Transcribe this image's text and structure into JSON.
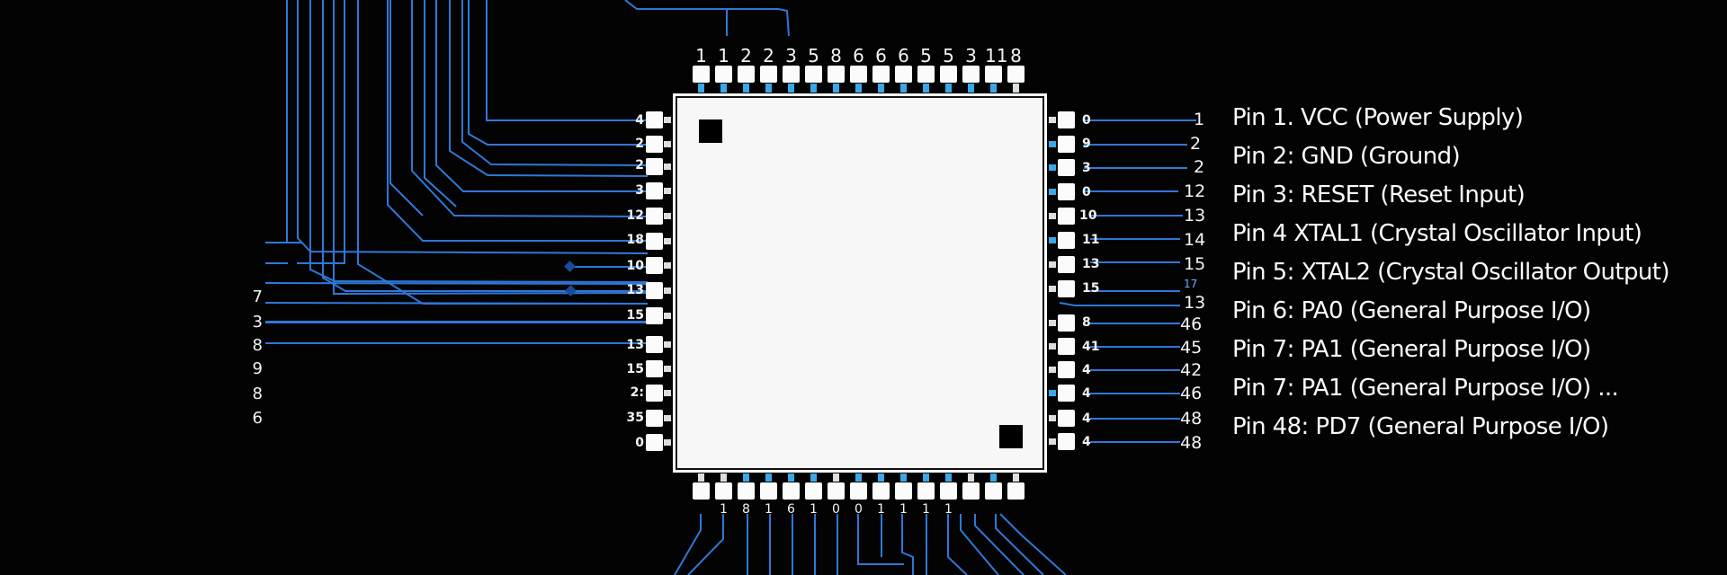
{
  "diagram": {
    "type": "ic-pinout",
    "package": "QFP-48",
    "colors": {
      "background": "#030303",
      "trace": "#2f78d8",
      "chip_body": "#f6f7f6",
      "pad": "#fbfbfb",
      "lead_accent": "#3aa8e8",
      "text": "#ffffff"
    },
    "legend": {
      "items": [
        {
          "label": "Pin 1. VCC (Power Supply)"
        },
        {
          "label": "Pin 2: GND (Ground)"
        },
        {
          "label": "Pin 3: RESET (Reset Input)"
        },
        {
          "label": "Pin 4 XTAL1 (Crystal Oscillator Input)"
        },
        {
          "label": "Pin 5: XTAL2 (Crystal Oscillator Output)"
        },
        {
          "label": "Pin 6: PA0 (General Purpose I/O)"
        },
        {
          "label": "Pin 7: PA1 (General Purpose I/O)"
        },
        {
          "label": "Pin 7: PA1 (General Purpose I/O) ..."
        },
        {
          "label": "Pin 48: PD7 (General Purpose I/O)"
        }
      ]
    },
    "top_pins": {
      "labels": [
        "1",
        "1",
        "2",
        "2",
        "3",
        "5",
        "8",
        "6",
        "6",
        "6",
        "5",
        "5",
        "3",
        "11",
        "8"
      ]
    },
    "bottom_pins": {
      "labels": [
        "",
        "1",
        "8",
        "1",
        "6",
        "1",
        "0",
        "0",
        "1",
        "1",
        "1",
        "1",
        "",
        "",
        ""
      ]
    },
    "left_pins": {
      "labels": [
        "4",
        "2",
        "2",
        "3",
        "12",
        "18",
        "10",
        "13",
        "15",
        "13",
        "15",
        "2:",
        "35",
        "0"
      ]
    },
    "left_far_labels": {
      "labels": [
        "7",
        "3",
        "8",
        "9",
        "8",
        "6"
      ]
    },
    "right_pins": {
      "inner_labels": [
        "0",
        "9",
        "3",
        "0",
        "10",
        "11",
        "13",
        "15",
        "",
        "8",
        "41",
        "4",
        "4",
        "4",
        "4"
      ],
      "end_labels": [
        "1",
        "2",
        "2",
        "12",
        "13",
        "14",
        "15",
        "17",
        "13",
        "46",
        "45",
        "42",
        "46",
        "48",
        "48"
      ]
    }
  }
}
